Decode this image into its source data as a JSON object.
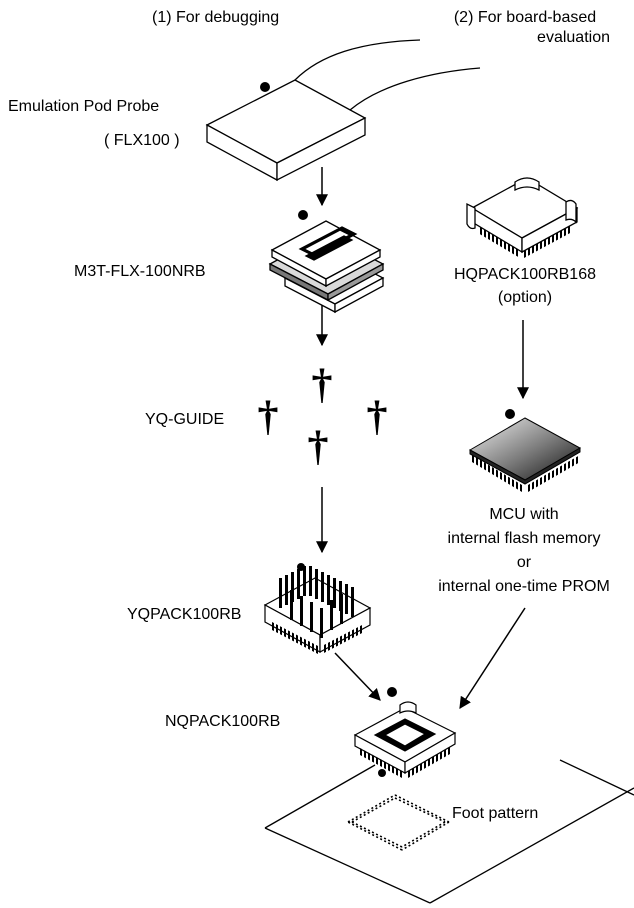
{
  "headers": {
    "debug": "(1) For debugging",
    "board_line1": "(2) For board-based",
    "board_line2": "evaluation"
  },
  "labels": {
    "pod_probe": "Emulation Pod Probe",
    "pod_model": "( FLX100 )",
    "converter": "M3T-FLX-100NRB",
    "hqpack_line1": "HQPACK100RB168",
    "hqpack_line2": "(option)",
    "yq_guide": "YQ-GUIDE",
    "mcu_line1": "MCU with",
    "mcu_line2": "internal flash memory",
    "mcu_line3": "or",
    "mcu_line4": "internal one-time PROM",
    "yqpack": "YQPACK100RB",
    "nqpack": "NQPACK100RB",
    "foot_pattern": "Foot pattern"
  },
  "guide_symbol": "†"
}
